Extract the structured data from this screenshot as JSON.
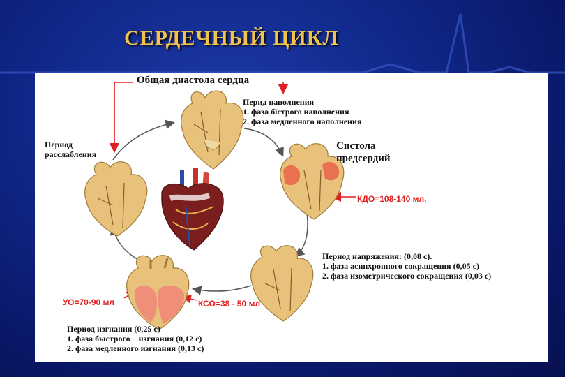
{
  "slide": {
    "title": "СЕРДЕЧНЫЙ ЦИКЛ"
  },
  "diagram": {
    "general_diastole": "Общая диастола сердца",
    "filling": {
      "title": "Перид наполнения",
      "phase1": "1. фаза бїстрого наполнения",
      "phase2": "2. фаза медленного наполнения"
    },
    "atrial_systole": {
      "line1": "Систола",
      "line2": "предсердий"
    },
    "relaxation": {
      "line1": "Период",
      "line2": "расслабления"
    },
    "edv": "КДО=108-140 мл.",
    "tension": {
      "title": "Период напряжения: (0,08 с).",
      "phase1": "1. фаза асинхронного сокращения (0,05 с)",
      "phase2": "2. фаза изометрического сокращения (0,03 с)"
    },
    "stroke_volume": "УО=70-90 мл",
    "esv": "КСО=38 - 50 мл",
    "ejection": {
      "title": "Период изгнания (0,25 с)",
      "phase1": "1. фаза быстрого    изгнания (0,12 с)",
      "phase2": "2. фаза медленного изгнания (0,13 с)"
    },
    "colors": {
      "label_red": "#e02020",
      "heart_tan": "#e8c27a",
      "heart_red": "#e9684d",
      "arrow_gray": "#555555",
      "title_gold": "#f2c24a"
    }
  }
}
